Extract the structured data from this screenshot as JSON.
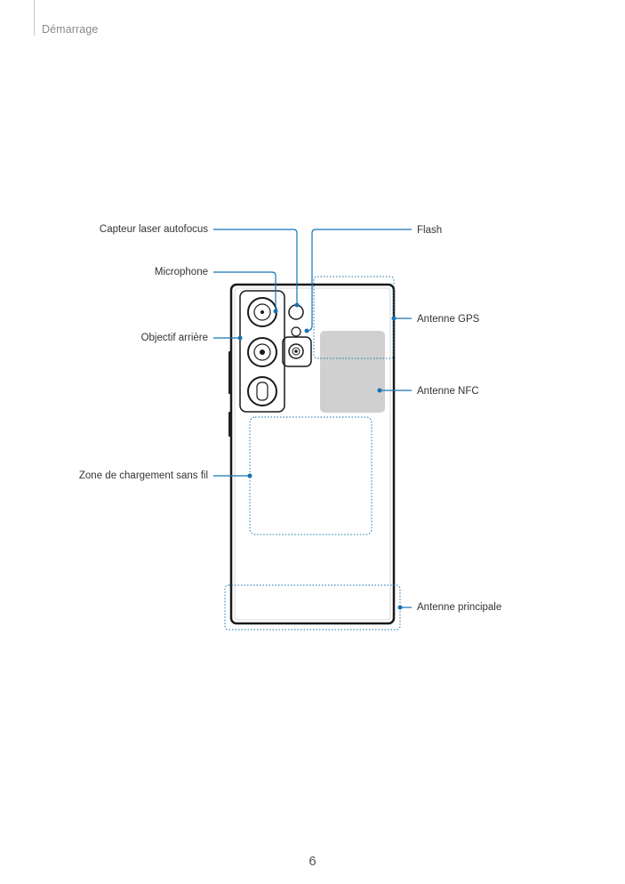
{
  "header": {
    "section": "Démarrage"
  },
  "labels": {
    "laser_autofocus": "Capteur laser autofocus",
    "microphone": "Microphone",
    "rear_camera": "Objectif arrière",
    "wireless_charging": "Zone de chargement sans fil",
    "flash": "Flash",
    "gps_antenna": "Antenne GPS",
    "nfc_antenna": "Antenne NFC",
    "main_antenna": "Antenne principale"
  },
  "colors": {
    "callout": "#1673b3",
    "device_outline": "#1a1a1a",
    "nfc_fill": "#d0d0d0"
  },
  "footer": {
    "page_number": "6"
  }
}
